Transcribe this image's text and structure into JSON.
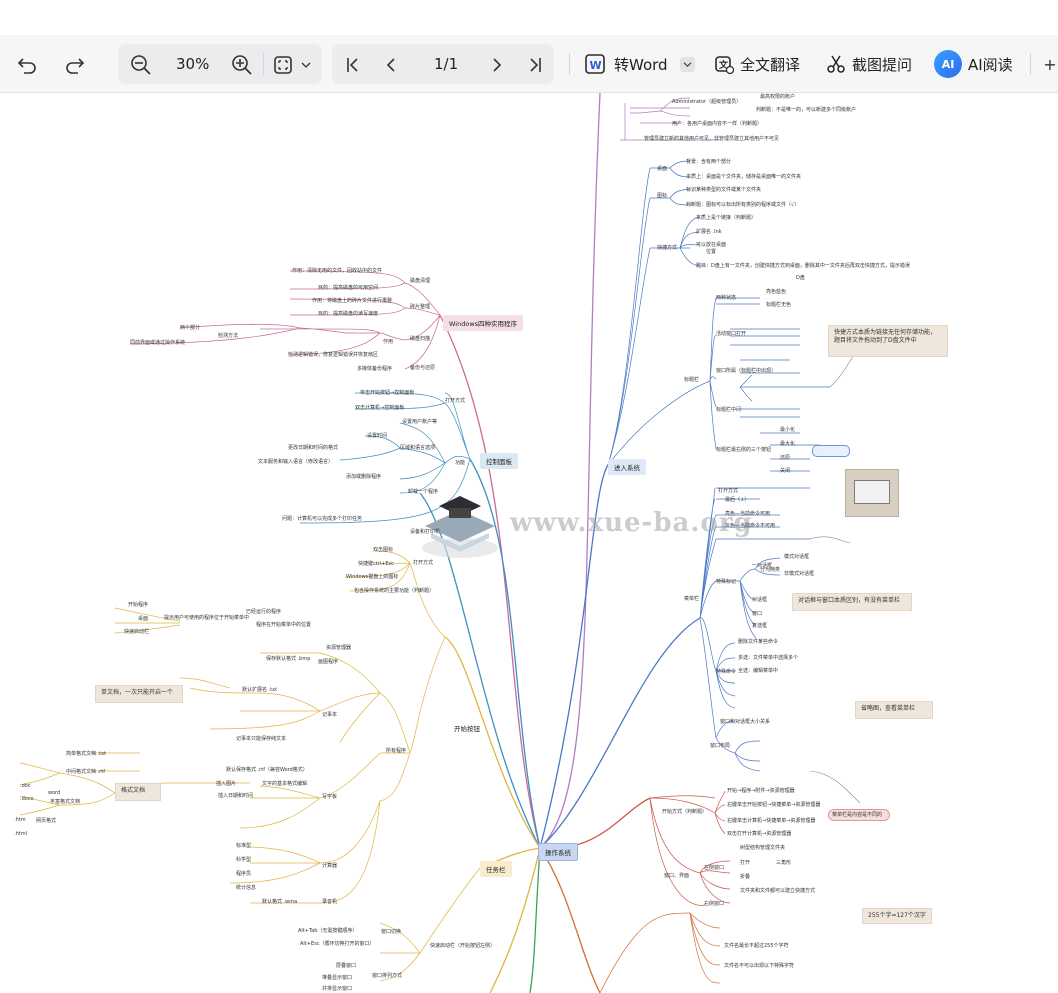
{
  "toolbar": {
    "zoom": "30%",
    "page": "1/1",
    "to_word": "转Word",
    "translate": "全文翻译",
    "screenshot_ask": "截图提问",
    "ai_read": "AI阅读",
    "ai_badge": "AI"
  },
  "icons": [
    "undo-icon",
    "redo-icon",
    "zoom-out-icon",
    "zoom-in-icon",
    "fit-page-icon",
    "chevron-down-icon",
    "first-page-icon",
    "prev-page-icon",
    "next-page-icon",
    "last-page-icon",
    "word-icon",
    "translate-icon",
    "scissors-icon",
    "ai-read-icon"
  ],
  "mindmap": {
    "center": "操作系统",
    "branches": {
      "control_panel": "控制面板",
      "win_tools": "Windows四种实用程序",
      "enter_system": "进入系统",
      "taskbar": "任务栏",
      "start_menu": "开始按钮"
    },
    "watermark": "www.xue-ba.org",
    "callouts": {
      "shortcut_note": "快捷方式本质为链接无任何存储功能，\n题目将文件拖动到了D盘文件中",
      "dialog_note": "对话框与窗口本质区别，有没有菜单栏",
      "omit_note": "省略图，查看菜单栏",
      "doc_note": "单文档，一次只能开启一个",
      "format_note": "格式文档",
      "char_note": "255个字=127个汉字",
      "desktop_note": "菜单栏是内容是不同的"
    },
    "right_labels": [
      "Administrator（超级管理员）",
      "最高权限的账户",
      "判断题：不是唯一的，可以新建多个同级账户",
      "用户：各用户桌面内容不一样（判断题）",
      "管理员建立新的其他用户可见，非管理员建立其他用户不可见",
      "桌面",
      "图标",
      "快捷方式",
      "标题栏",
      "菜单栏",
      "窗口布局",
      "窗口和对话框大小关系",
      "背景：含有两个部分",
      "本质上：桌面是个文件夹，储存是桌面唯一的文件夹",
      "标识某种类型的文件或某个文件夹",
      "判断题：图标可以标出所有类别的程序或文件（√）",
      "本质上是个链接（判断题）",
      "扩展名 .lnk",
      "可以放在桌面",
      "位置",
      "题目：D盘上有一文件夹，创建快捷方式到桌面，删除其中一文件夹后再双击快捷方式，提示错误",
      "D盘",
      "两种状态",
      "亮色蓝色",
      "标题栏无色",
      "活动窗口打开",
      "窗口所属（标题栏中出现）",
      "标题栏中间",
      "标题栏最右侧的三个按钮",
      "最小化",
      "最大化",
      "还原",
      "关闭",
      "亮色—当前命令可用",
      "灰色—当前命令不可用",
      "打开方式",
      "最后（↓）",
      "特殊标记",
      "一对话框",
      "分为两类",
      "模式对话框",
      "非模式对话框",
      "对话框",
      "窗口",
      "复选框",
      "特殊命令",
      "删除文件某些命令",
      "多选：文件菜单中选择多个",
      "全选：编辑菜单中",
      "开始方式（判断题）",
      "开始→程序→附件→资源管理器",
      "右键单击开始按钮→快捷菜单→资源管理器",
      "右键单击计算机→快捷菜单→资源管理器",
      "双击打开计算机→资源管理器",
      "窗口、界面",
      "左侧窗口",
      "右侧窗口",
      "树型结构管理文件夹",
      "打开",
      "三角形",
      "折叠",
      "文件夹和文件都可以建立快捷方式",
      "文件名最长不超过255个字符",
      "文件名不可以出现以下特殊字符"
    ],
    "left_labels": [
      "作用：清除无用的文件，回收站中的文件",
      "目的：提高磁盘的可用空间",
      "作用：将磁盘上的碎片文件进行重整",
      "目的：提高磁盘的读写速度",
      "磁盘清理",
      "碎片整理",
      "磁盘扫描",
      "备份与还原",
      "两个部分",
      "检测方法",
      "同前界面或通过操作系统",
      "作用",
      "检测逻辑错误，修复逻辑错误并恢复扇区",
      "多媒体备份程序",
      "单击开始按钮→控制面板",
      "双击计算机→控制面板",
      "打开方式",
      "功能",
      "设置用户账户等",
      "设置时间",
      "区域和语言选项",
      "更改日期和时间的格式",
      "文本服务和输入语言（修改语言）",
      "添加或删除程序",
      "卸载一个程序",
      "设备和打印机",
      "问题：计算机可以完成多个打印任务",
      "双击图标",
      "快捷键ctrl+Esc",
      "Windows键盘上的图标",
      "包含操作系统的主要功能（判断题）",
      "打开方式",
      "所有程序",
      "开始程序",
      "桌面",
      "快速启动栏",
      "提示用户可使用的程序位于开始菜单中",
      "已经运行的程序",
      "程序在开始菜单中的位置",
      "资源管理器",
      "画图程序",
      "保存默认格式 .bmp",
      "记事本",
      "默认扩展名 .txt",
      "记事本只能保存纯文本",
      "写字板",
      "默认保存格式 .rtf（兼容Word格式）",
      "插入图片",
      "插入日期和时间",
      "文字的基本格式编辑",
      "计算器",
      "标准型",
      "科学型",
      "程序员",
      "统计信息",
      "录音机",
      "默认格式 .wma",
      "窗口切换",
      "Alt+Tab（无需按键顺序）",
      "Alt+Esc（循环切换打开的窗口）",
      "窗口排列方式",
      "层叠窗口",
      "堆叠显示窗口",
      "并排显示窗口",
      "快速启动栏（开始按钮左侧）",
      "简单格式文档 .txt",
      "中间格式文档 .rtf",
      "丰富格式文档",
      "网页格式",
      ".doc",
      ".docx",
      ".htm",
      ".html",
      "word"
    ]
  }
}
